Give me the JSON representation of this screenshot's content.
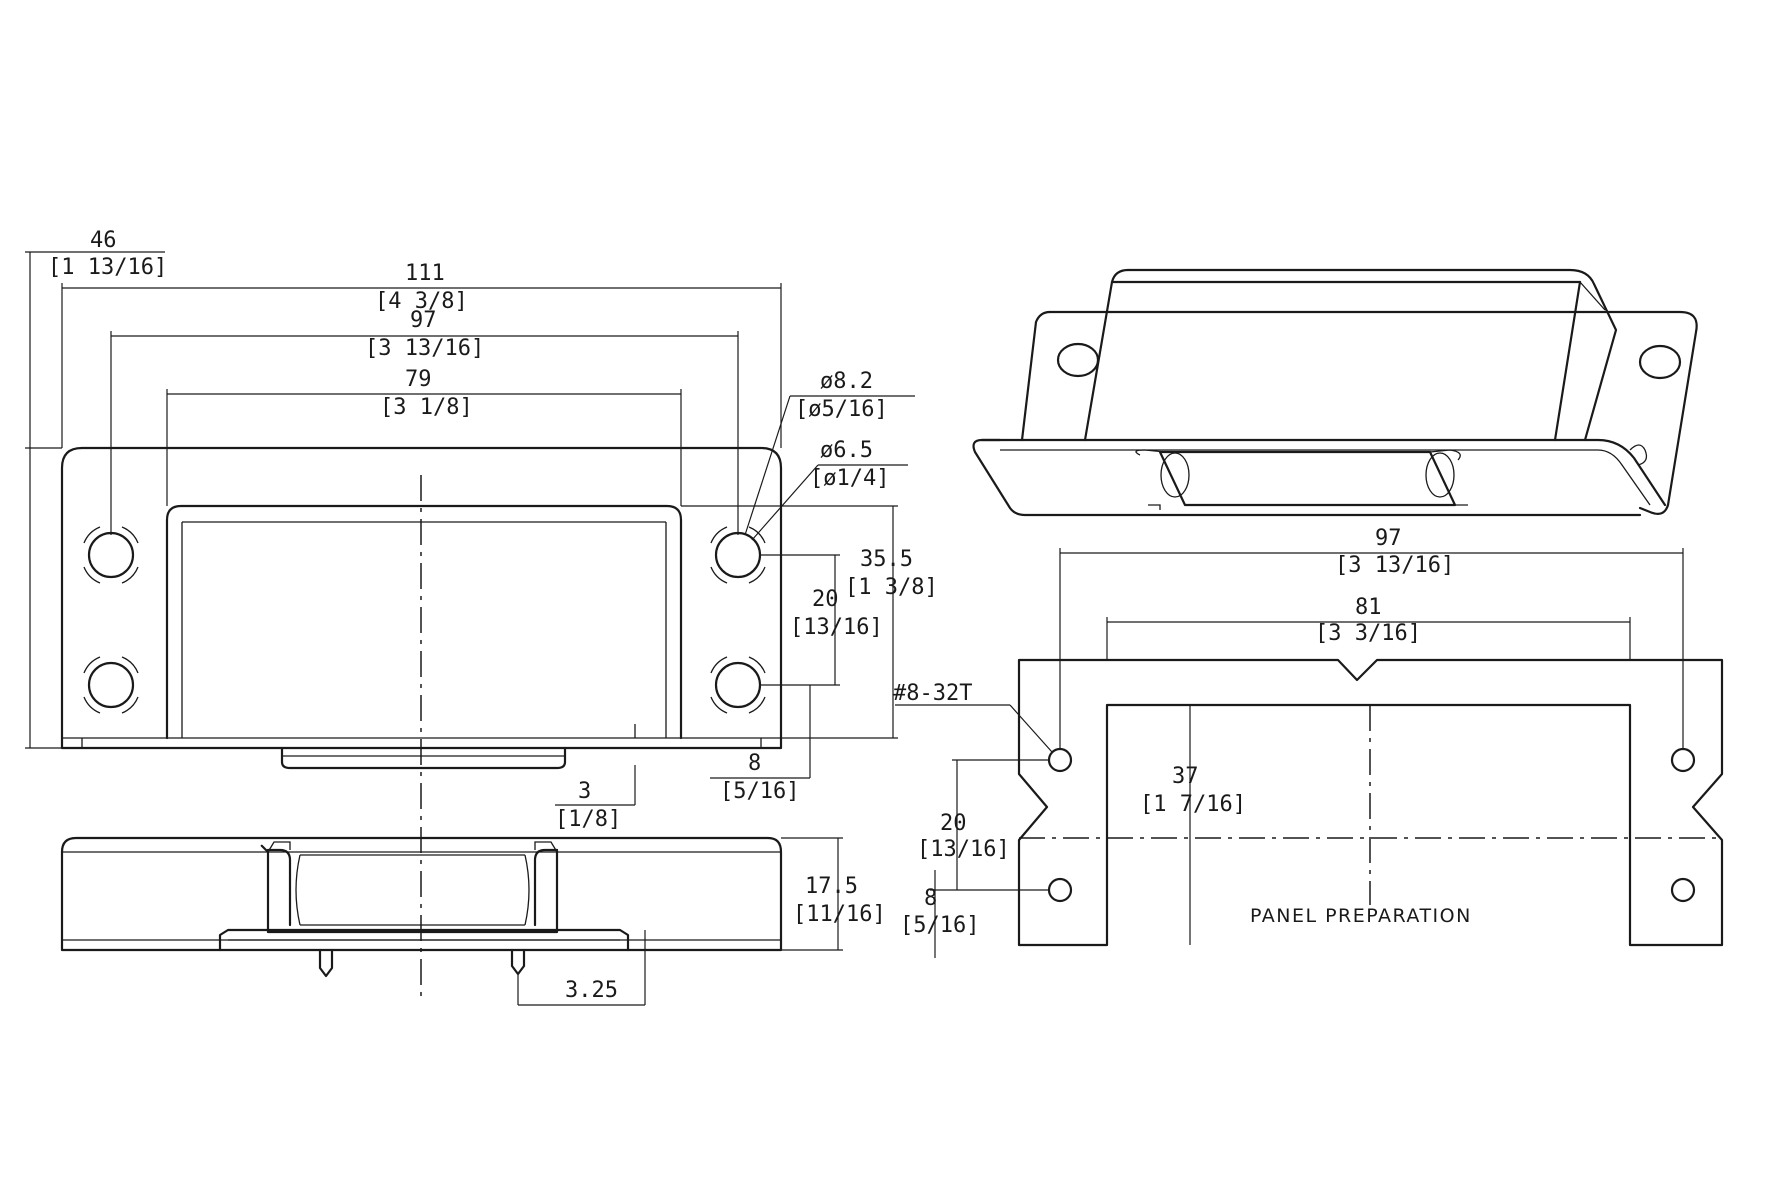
{
  "dimensions": {
    "width_total": {
      "mm": "46",
      "inch": "[1 13/16]"
    },
    "length_total": {
      "mm": "111",
      "inch": "[4 3/8]"
    },
    "hole_spacing": {
      "mm": "97",
      "inch": "[3 13/16]"
    },
    "body_length": {
      "mm": "79",
      "inch": "[3 1/8]"
    },
    "hole_outer_dia": {
      "mm": "ø8.2",
      "inch": "[ø5/16]"
    },
    "hole_inner_dia": {
      "mm": "ø6.5",
      "inch": "[ø1/4]"
    },
    "body_height": {
      "mm": "35.5",
      "inch": "[1 3/8]"
    },
    "hole_vertical_spacing": {
      "mm": "20",
      "inch": "[13/16]"
    },
    "hole_edge_offset": {
      "mm": "8",
      "inch": "[5/16]"
    },
    "keeper_offset": {
      "mm": "3",
      "inch": "[1/8]"
    },
    "depth": {
      "mm": "17.5",
      "inch": "[11/16]"
    },
    "pin_length": {
      "mm": "3.25"
    },
    "panel_hole_spacing": {
      "mm": "97",
      "inch": "[3 13/16]"
    },
    "panel_cutout_width": {
      "mm": "81",
      "inch": "[3 3/16]"
    },
    "panel_cutout_depth": {
      "mm": "37",
      "inch": "[1 7/16]"
    },
    "panel_hole_vertical": {
      "mm": "20",
      "inch": "[13/16]"
    },
    "panel_hole_offset": {
      "mm": "8",
      "inch": "[5/16]"
    },
    "thread_callout": "#8-32T"
  },
  "labels": {
    "panel_preparation": "PANEL PREPARATION"
  }
}
